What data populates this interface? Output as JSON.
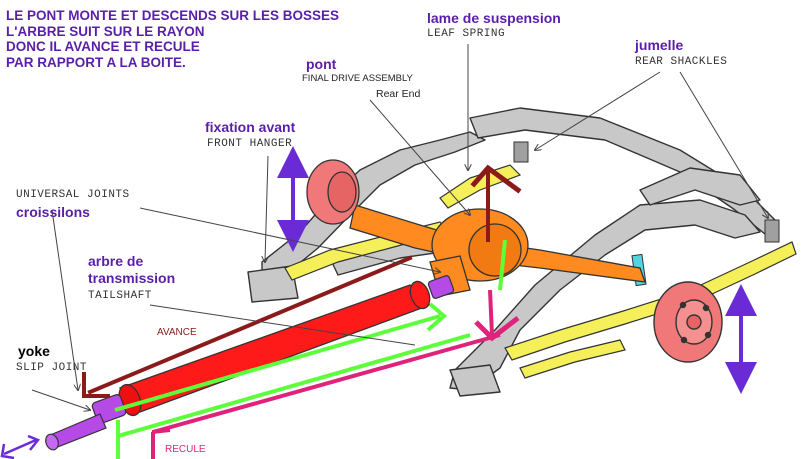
{
  "note": {
    "line1": "LE PONT MONTE ET DESCENDS SUR LES BOSSES",
    "line2": "L'ARBRE SUIT SUR LE RAYON",
    "line3": "DONC IL AVANCE ET RECULE",
    "line4": "PAR RAPPORT A LA BOITE."
  },
  "labels": {
    "leaf_fr": "lame de suspension",
    "leaf_en": "LEAF SPRING",
    "shackle_fr": "jumelle",
    "shackle_en": "REAR SHACKLES",
    "pont_fr": "pont",
    "pont_en": "FINAL DRIVE ASSEMBLY",
    "rear_end": "Rear End",
    "hanger_fr": "fixation avant",
    "hanger_en": "FRONT HANGER",
    "ujoint_en": "UNIVERSAL JOINTS",
    "ujoint_fr": "croissilons",
    "tailshaft_fr1": "arbre de",
    "tailshaft_fr2": "transmission",
    "tailshaft_en": "TAILSHAFT",
    "avance": "AVANCE",
    "recule": "RECULE",
    "yoke": "yoke",
    "slip_en": "SLIP JOINT"
  },
  "colors": {
    "text_purple": "#5a1fa8",
    "arrow_purple": "#6a2bd6",
    "avance": "#8b1a1a",
    "recule": "#e0237a",
    "green": "#5cff3a",
    "shaft_red": "#ff1a1a",
    "spring_yellow": "#f5f05a",
    "axle_orange": "#ff8a1f",
    "drum_pink": "#f07878",
    "frame_gray": "#c8c8c8",
    "yoke_violet": "#b54ae6",
    "shackle_cyan": "#4fd6e0"
  }
}
